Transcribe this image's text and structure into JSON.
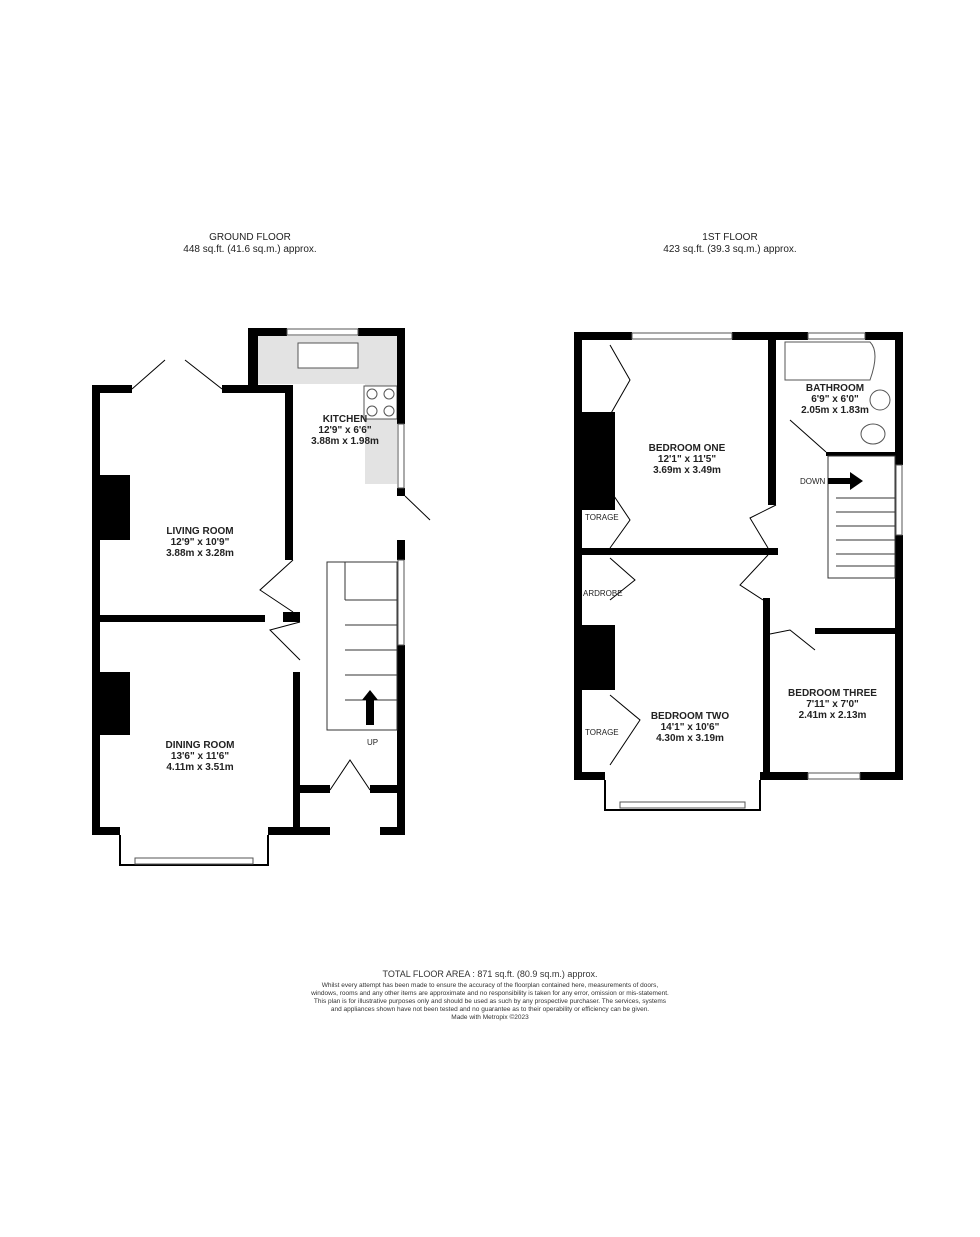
{
  "ground_floor": {
    "title": "GROUND FLOOR",
    "area": "448 sq.ft. (41.6 sq.m.) approx.",
    "rooms": [
      {
        "name": "KITCHEN",
        "imperial": "12'9\"  x 6'6\"",
        "metric": "3.88m  x 1.98m"
      },
      {
        "name": "LIVING ROOM",
        "imperial": "12'9\"  x 10'9\"",
        "metric": "3.88m  x 3.28m"
      },
      {
        "name": "DINING ROOM",
        "imperial": "13'6\"  x 11'6\"",
        "metric": "4.11m  x 3.51m"
      }
    ],
    "stairs_label": "UP"
  },
  "first_floor": {
    "title": "1ST FLOOR",
    "area": "423 sq.ft. (39.3 sq.m.) approx.",
    "rooms": [
      {
        "name": "BEDROOM ONE",
        "imperial": "12'1\"  x 11'5\"",
        "metric": "3.69m  x 3.49m"
      },
      {
        "name": "BATHROOM",
        "imperial": "6'9\"  x 6'0\"",
        "metric": "2.05m  x 1.83m"
      },
      {
        "name": "BEDROOM TWO",
        "imperial": "14'1\"  x 10'6\"",
        "metric": "4.30m  x 3.19m"
      },
      {
        "name": "BEDROOM THREE",
        "imperial": "7'11\"  x 7'0\"",
        "metric": "2.41m  x 2.13m"
      }
    ],
    "labels": {
      "storage_1": "TORAGE",
      "wardrobe": "ARDROBE",
      "storage_2": "TORAGE",
      "stairs": "DOWN"
    }
  },
  "footer": {
    "total": "TOTAL FLOOR AREA : 871 sq.ft. (80.9 sq.m.) approx.",
    "disclaimer": "Whilst every attempt has been made to ensure the accuracy of the floorplan contained here, measurements of doors, windows, rooms and any other items are approximate and no responsibility is taken for any error, omission or mis-statement. This plan is for illustrative purposes only and should be used as such by any prospective purchaser. The services, systems and appliances shown have not been tested and no guarantee as to their operability or efficiency can be given.",
    "credit": "Made with Metropix ©2023"
  },
  "colors": {
    "wall": "#000000",
    "fitted_units": "#e3e3e3",
    "window": "#ffffff"
  }
}
